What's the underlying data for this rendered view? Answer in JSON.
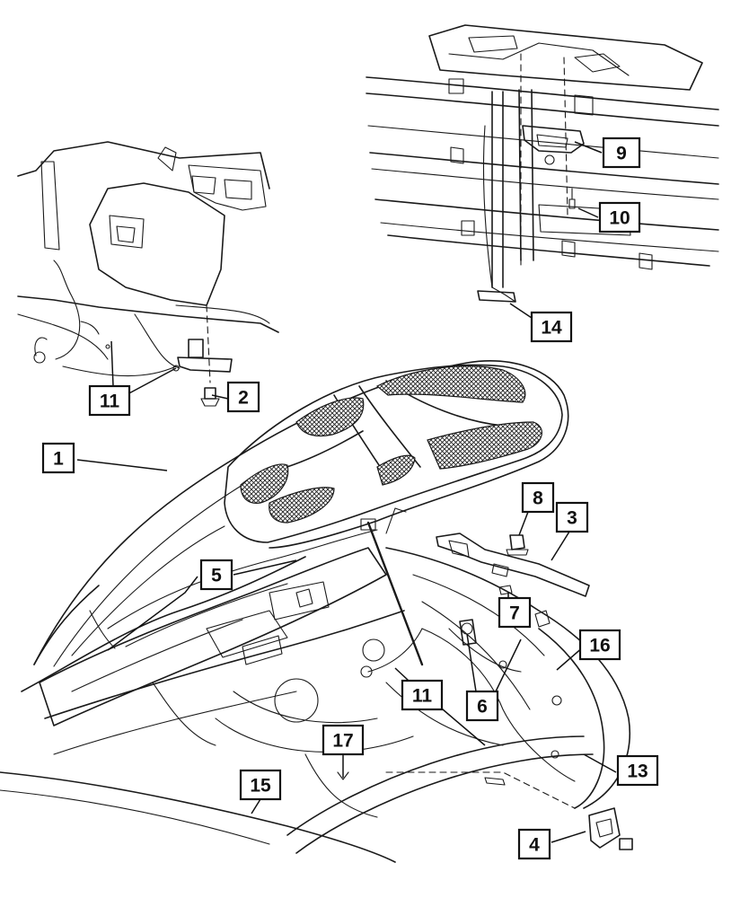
{
  "callouts": [
    {
      "id": "c1",
      "label": "1"
    },
    {
      "id": "c2",
      "label": "2"
    },
    {
      "id": "c3",
      "label": "3"
    },
    {
      "id": "c4",
      "label": "4"
    },
    {
      "id": "c5",
      "label": "5"
    },
    {
      "id": "c6",
      "label": "6"
    },
    {
      "id": "c7",
      "label": "7"
    },
    {
      "id": "c8",
      "label": "8"
    },
    {
      "id": "c9",
      "label": "9"
    },
    {
      "id": "c10",
      "label": "10"
    },
    {
      "id": "c11a",
      "label": "11"
    },
    {
      "id": "c11b",
      "label": "11"
    },
    {
      "id": "c13",
      "label": "13"
    },
    {
      "id": "c14",
      "label": "14"
    },
    {
      "id": "c15",
      "label": "15"
    },
    {
      "id": "c16",
      "label": "16"
    },
    {
      "id": "c17",
      "label": "17"
    }
  ]
}
